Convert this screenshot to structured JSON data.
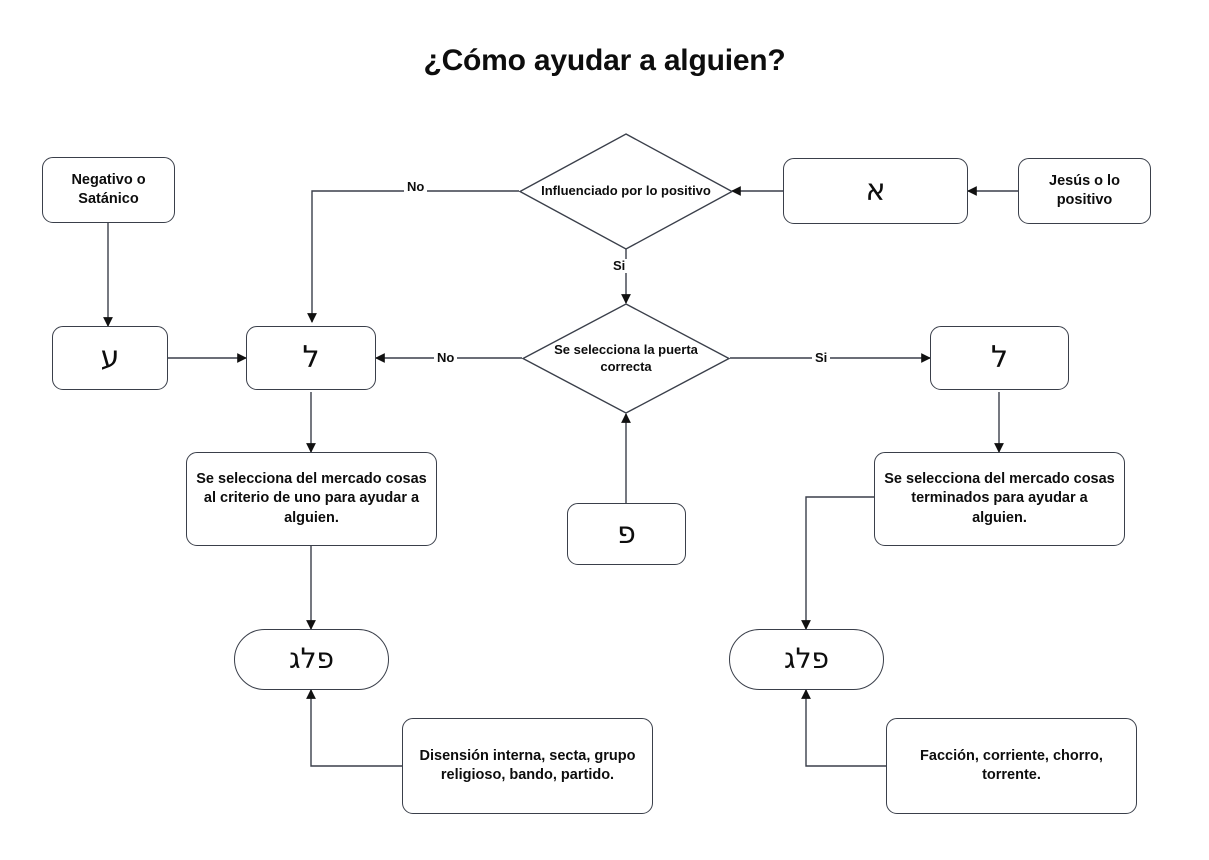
{
  "title": "¿Cómo ayudar a alguien?",
  "colors": {
    "background": "#ffffff",
    "stroke": "#3a3f4a",
    "text": "#0d0d0d"
  },
  "nodes": {
    "negativo": {
      "label": "Negativo o Satánico",
      "shape": "rounded-rect"
    },
    "jesus": {
      "label": "Jesús o lo positivo",
      "shape": "rounded-rect"
    },
    "aleph": {
      "label": "א",
      "shape": "rounded-rect"
    },
    "ayin": {
      "label": "ע",
      "shape": "rounded-rect"
    },
    "lamed_left": {
      "label": "ל",
      "shape": "rounded-rect"
    },
    "lamed_right": {
      "label": "ל",
      "shape": "rounded-rect"
    },
    "pe": {
      "label": "פ",
      "shape": "rounded-rect"
    },
    "decision_influenciado": {
      "label": "Influenciado por lo positivo",
      "shape": "diamond"
    },
    "decision_puerta": {
      "label": "Se selecciona la puerta correcta",
      "shape": "diamond"
    },
    "mercado_criterio": {
      "label": "Se selecciona del mercado cosas al criterio de uno para ayudar a alguien.",
      "shape": "rounded-rect"
    },
    "mercado_terminados": {
      "label": "Se selecciona del mercado cosas terminados para ayudar a alguien.",
      "shape": "rounded-rect"
    },
    "peleg_left": {
      "label": "פלג",
      "shape": "pill"
    },
    "peleg_right": {
      "label": "פלג",
      "shape": "pill"
    },
    "disension": {
      "label": "Disensión interna, secta, grupo religioso, bando, partido.",
      "shape": "rounded-rect"
    },
    "faccion": {
      "label": "Facción, corriente, chorro, torrente.",
      "shape": "rounded-rect"
    }
  },
  "edge_labels": {
    "no_top": "No",
    "si_top": "Si",
    "no_middle": "No",
    "si_middle": "Si"
  }
}
